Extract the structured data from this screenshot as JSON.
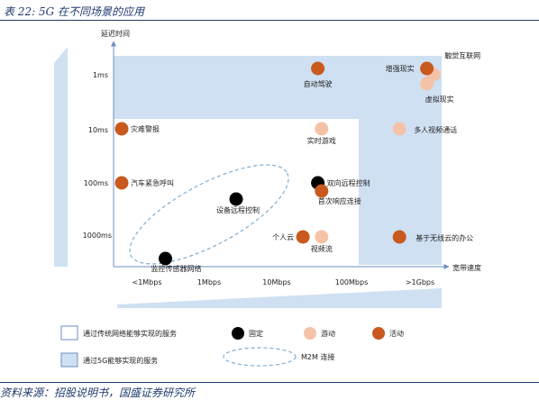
{
  "title": "表 22: 5G 在不同场景的应用",
  "source": "资料来源：招股说明书，国盛证券研究所",
  "chart_data": {
    "type": "scatter",
    "x_axis": {
      "label": "宽带速度",
      "categories": [
        "<1Mbps",
        "1Mbps",
        "10Mbps",
        "100Mbps",
        ">1Gbps"
      ]
    },
    "y_axis": {
      "label": "延迟时间",
      "categories": [
        "1ms",
        "10ms",
        "100ms",
        "1000ms"
      ]
    },
    "points": [
      {
        "label": "触觉互联网",
        "x": 4.2,
        "y": 0.1,
        "status": "mobile"
      },
      {
        "label": "增强现实",
        "x": 4.1,
        "y": 0.0,
        "status": "active"
      },
      {
        "label": "虚拟现实",
        "x": 4.1,
        "y": 0.25,
        "status": "mobile"
      },
      {
        "label": "自动驾驶",
        "x": 2.55,
        "y": 0.0,
        "status": "active"
      },
      {
        "label": "实时游戏",
        "x": 2.6,
        "y": 1.0,
        "status": "mobile"
      },
      {
        "label": "多人视频通话",
        "x": 3.7,
        "y": 1.0,
        "status": "mobile"
      },
      {
        "label": "灾难警报",
        "x": 0.0,
        "y": 1.0,
        "status": "active"
      },
      {
        "label": "汽车紧急呼叫",
        "x": 0.0,
        "y": 2.0,
        "status": "active"
      },
      {
        "label": "设备远程控制",
        "x": 1.4,
        "y": 2.3,
        "status": "fixed"
      },
      {
        "label": "双向远程控制",
        "x": 2.55,
        "y": 2.0,
        "status": "fixed"
      },
      {
        "label": "首次响应连接",
        "x": 2.6,
        "y": 2.15,
        "status": "active"
      },
      {
        "label": "个人云",
        "x": 2.35,
        "y": 3.0,
        "status": "active"
      },
      {
        "label": "视频流",
        "x": 2.6,
        "y": 3.0,
        "status": "mobile"
      },
      {
        "label": "基于无线云的办公",
        "x": 3.7,
        "y": 3.0,
        "status": "active"
      },
      {
        "label": "监控传感器网络",
        "x": 0.5,
        "y": 3.4,
        "status": "fixed"
      }
    ],
    "legend": [
      {
        "key": "traditional",
        "label": "通过传统网络能够实现的服务"
      },
      {
        "key": "5g",
        "label": "通过5G能够实现的服务"
      },
      {
        "key": "fixed",
        "label": "固定"
      },
      {
        "key": "mobile",
        "label": "游动"
      },
      {
        "key": "active",
        "label": "活动"
      },
      {
        "key": "m2m",
        "label": "M2M 连接"
      }
    ],
    "colors": {
      "fixed": "#000000",
      "mobile": "#f5c2a8",
      "active": "#c85a1e",
      "five_g_area": "#cfe0f2",
      "traditional_area": "#ffffff",
      "m2m_ellipse": "#7eaed3"
    }
  }
}
